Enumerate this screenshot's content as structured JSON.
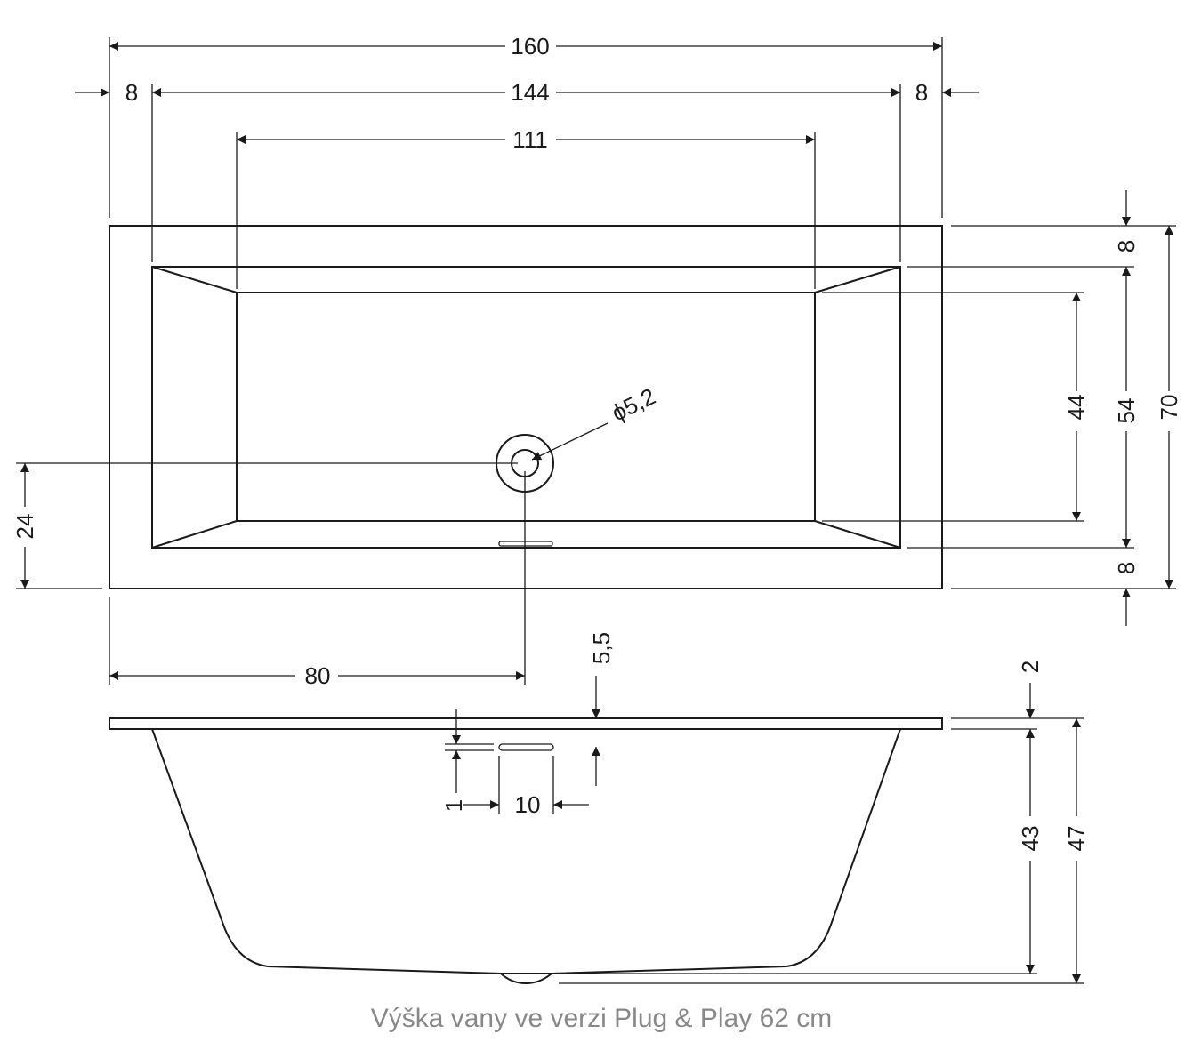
{
  "dimensions": {
    "total_length": "160",
    "left_rim": "8",
    "inner_length": "144",
    "right_rim": "8",
    "bottom_length": "111",
    "top_rim_width": "8",
    "bottom_rim_width": "8",
    "inner_width_bottom": "44",
    "inner_width": "54",
    "total_width": "70",
    "drain_diameter": "ϕ5,2",
    "drain_offset_y": "24",
    "drain_offset_x": "80",
    "overflow_depth": "5,5",
    "rim_thickness": "2",
    "overflow_height": "1",
    "overflow_length": "10",
    "inner_depth": "43",
    "total_height": "47"
  },
  "caption": "Výška vany ve verzi Plug & Play 62 cm"
}
